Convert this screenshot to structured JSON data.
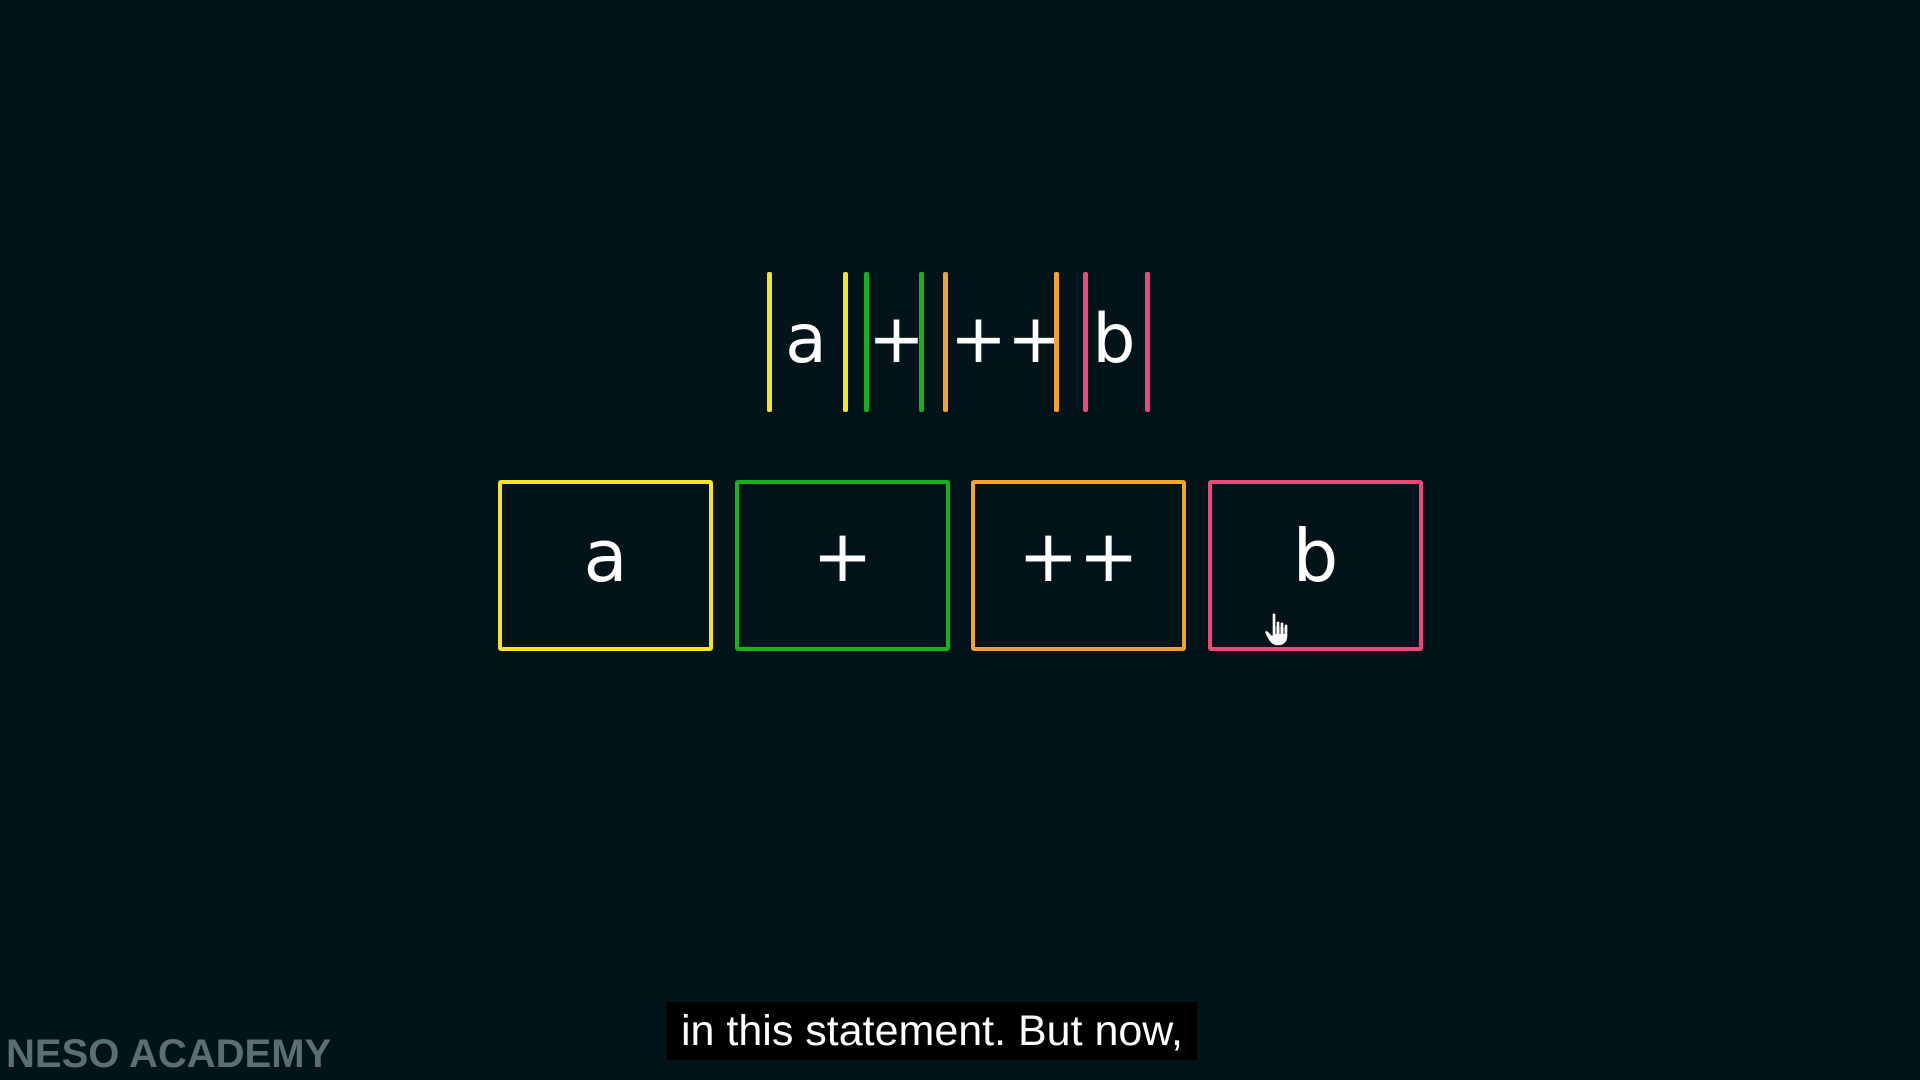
{
  "colors": {
    "background": "#02141a",
    "yellow": "#f7e51f",
    "green": "#14b21b",
    "orange": "#f7a12e",
    "pink": "#f0467a",
    "text": "#ffffff"
  },
  "expression": {
    "tokens": [
      "a",
      "+",
      "++",
      "b"
    ]
  },
  "boxes": [
    {
      "label": "a",
      "color": "yellow"
    },
    {
      "label": "+",
      "color": "green"
    },
    {
      "label": "++",
      "color": "orange"
    },
    {
      "label": "b",
      "color": "pink"
    }
  ],
  "caption": {
    "text": "in this statement. But now,"
  },
  "watermark": {
    "text": "NESO ACADEMY"
  },
  "cursor": {
    "icon": "hand-pointer-icon"
  }
}
